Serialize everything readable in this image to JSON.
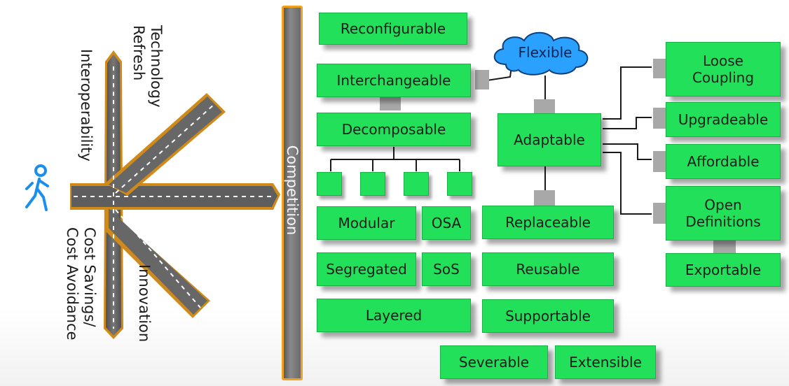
{
  "roads": {
    "technology_refresh": "Technology\nRefresh",
    "interoperability": "Interoperability",
    "cost_savings": "Cost Savings/\nCost Avoidance",
    "innovation": "Innovation"
  },
  "competition": "Competition",
  "attributes": {
    "reconfigurable": "Reconfigurable",
    "interchangeable": "Interchangeable",
    "decomposable": "Decomposable",
    "modular": "Modular",
    "osa": "OSA",
    "segregated": "Segregated",
    "sos": "SoS",
    "layered": "Layered",
    "flexible": "Flexible",
    "adaptable": "Adaptable",
    "replaceable": "Replaceable",
    "reusable": "Reusable",
    "supportable": "Supportable",
    "severable": "Severable",
    "extensible": "Extensible",
    "loose_coupling": "Loose\nCoupling",
    "upgradeable": "Upgradeable",
    "affordable": "Affordable",
    "open_definitions": "Open\nDefinitions",
    "exportable": "Exportable"
  },
  "colors": {
    "box_fill": "#22e05a",
    "road_edge": "#f0a21e",
    "road_surface": "#5b5b5b",
    "cloud": "#2aa0ff",
    "person_icon": "#1a8ff0"
  },
  "icons": {
    "person": "walking-person-icon",
    "cloud": "cloud-shape"
  }
}
